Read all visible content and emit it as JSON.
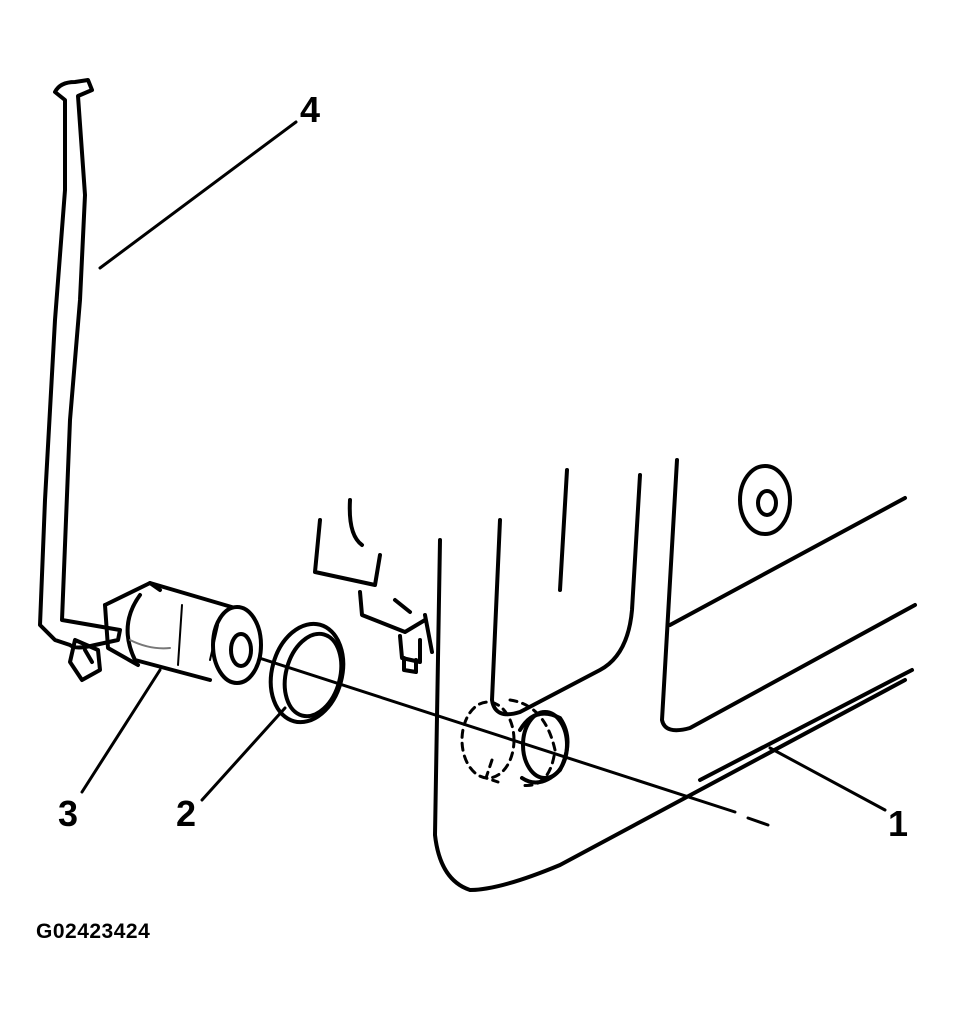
{
  "diagram": {
    "callouts": [
      "1",
      "2",
      "3",
      "4"
    ],
    "figure_code": "G02423424",
    "colors": {
      "ink": "#000000",
      "paper": "#ffffff",
      "shade": "#dddddd"
    }
  }
}
